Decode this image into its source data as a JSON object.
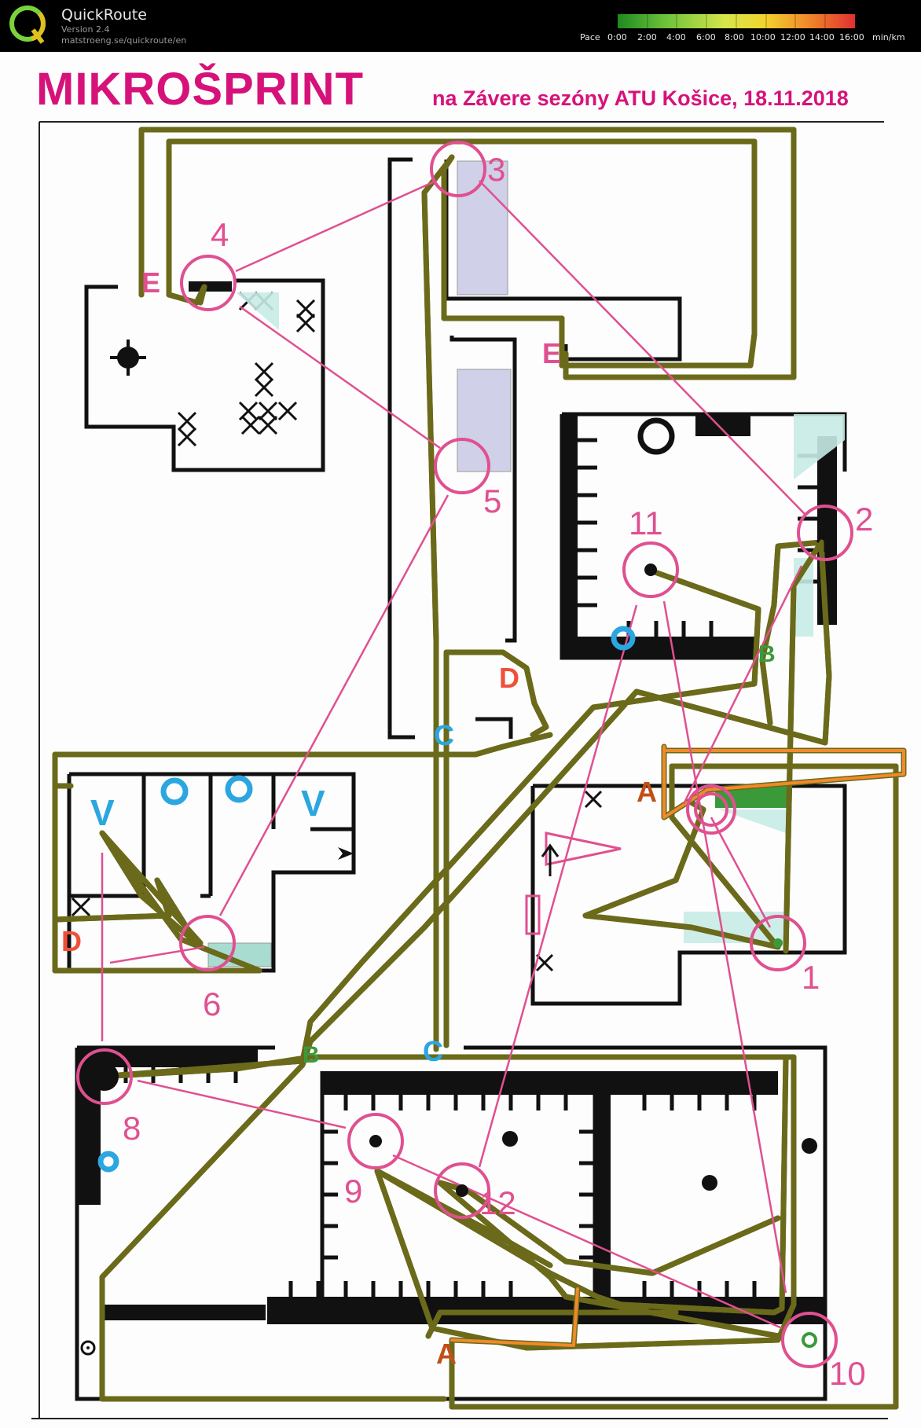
{
  "app": {
    "name": "QuickRoute",
    "version": "Version 2.4",
    "url": "matstroeng.se/quickroute/en",
    "logo_letter": "Q"
  },
  "pace_legend": {
    "label": "Pace",
    "ticks": [
      "0:00",
      "2:00",
      "4:00",
      "6:00",
      "8:00",
      "10:00",
      "12:00",
      "14:00",
      "16:00"
    ],
    "unit": "min/km",
    "gradient_colors": [
      "#1e8a1e",
      "#6cc23a",
      "#d4e64a",
      "#f2d32e",
      "#f08a2a",
      "#e03030"
    ]
  },
  "map": {
    "title": "MIKROŠPRINT",
    "subtitle": "na Závere sezóny ATU Košice, 18.11.2018",
    "colors": {
      "course": "#e05090",
      "route_fill": "#f2ee2a",
      "route_outline": "#6a6a1a",
      "route_fast": "#f08a2a",
      "walls": "#111111",
      "accent_blue": "#2ba6e0",
      "accent_green": "#3a9a3a",
      "letters": "#d6127a",
      "letter_orange": "#c05018"
    },
    "controls": [
      "1",
      "2",
      "3",
      "4",
      "5",
      "6",
      "8",
      "9",
      "10",
      "11",
      "12"
    ],
    "letters": [
      "E",
      "E",
      "D",
      "D",
      "C",
      "C",
      "B",
      "B",
      "A",
      "A"
    ],
    "symbols": [
      "V",
      "V",
      "O",
      "O",
      "O",
      "O",
      "O"
    ]
  }
}
